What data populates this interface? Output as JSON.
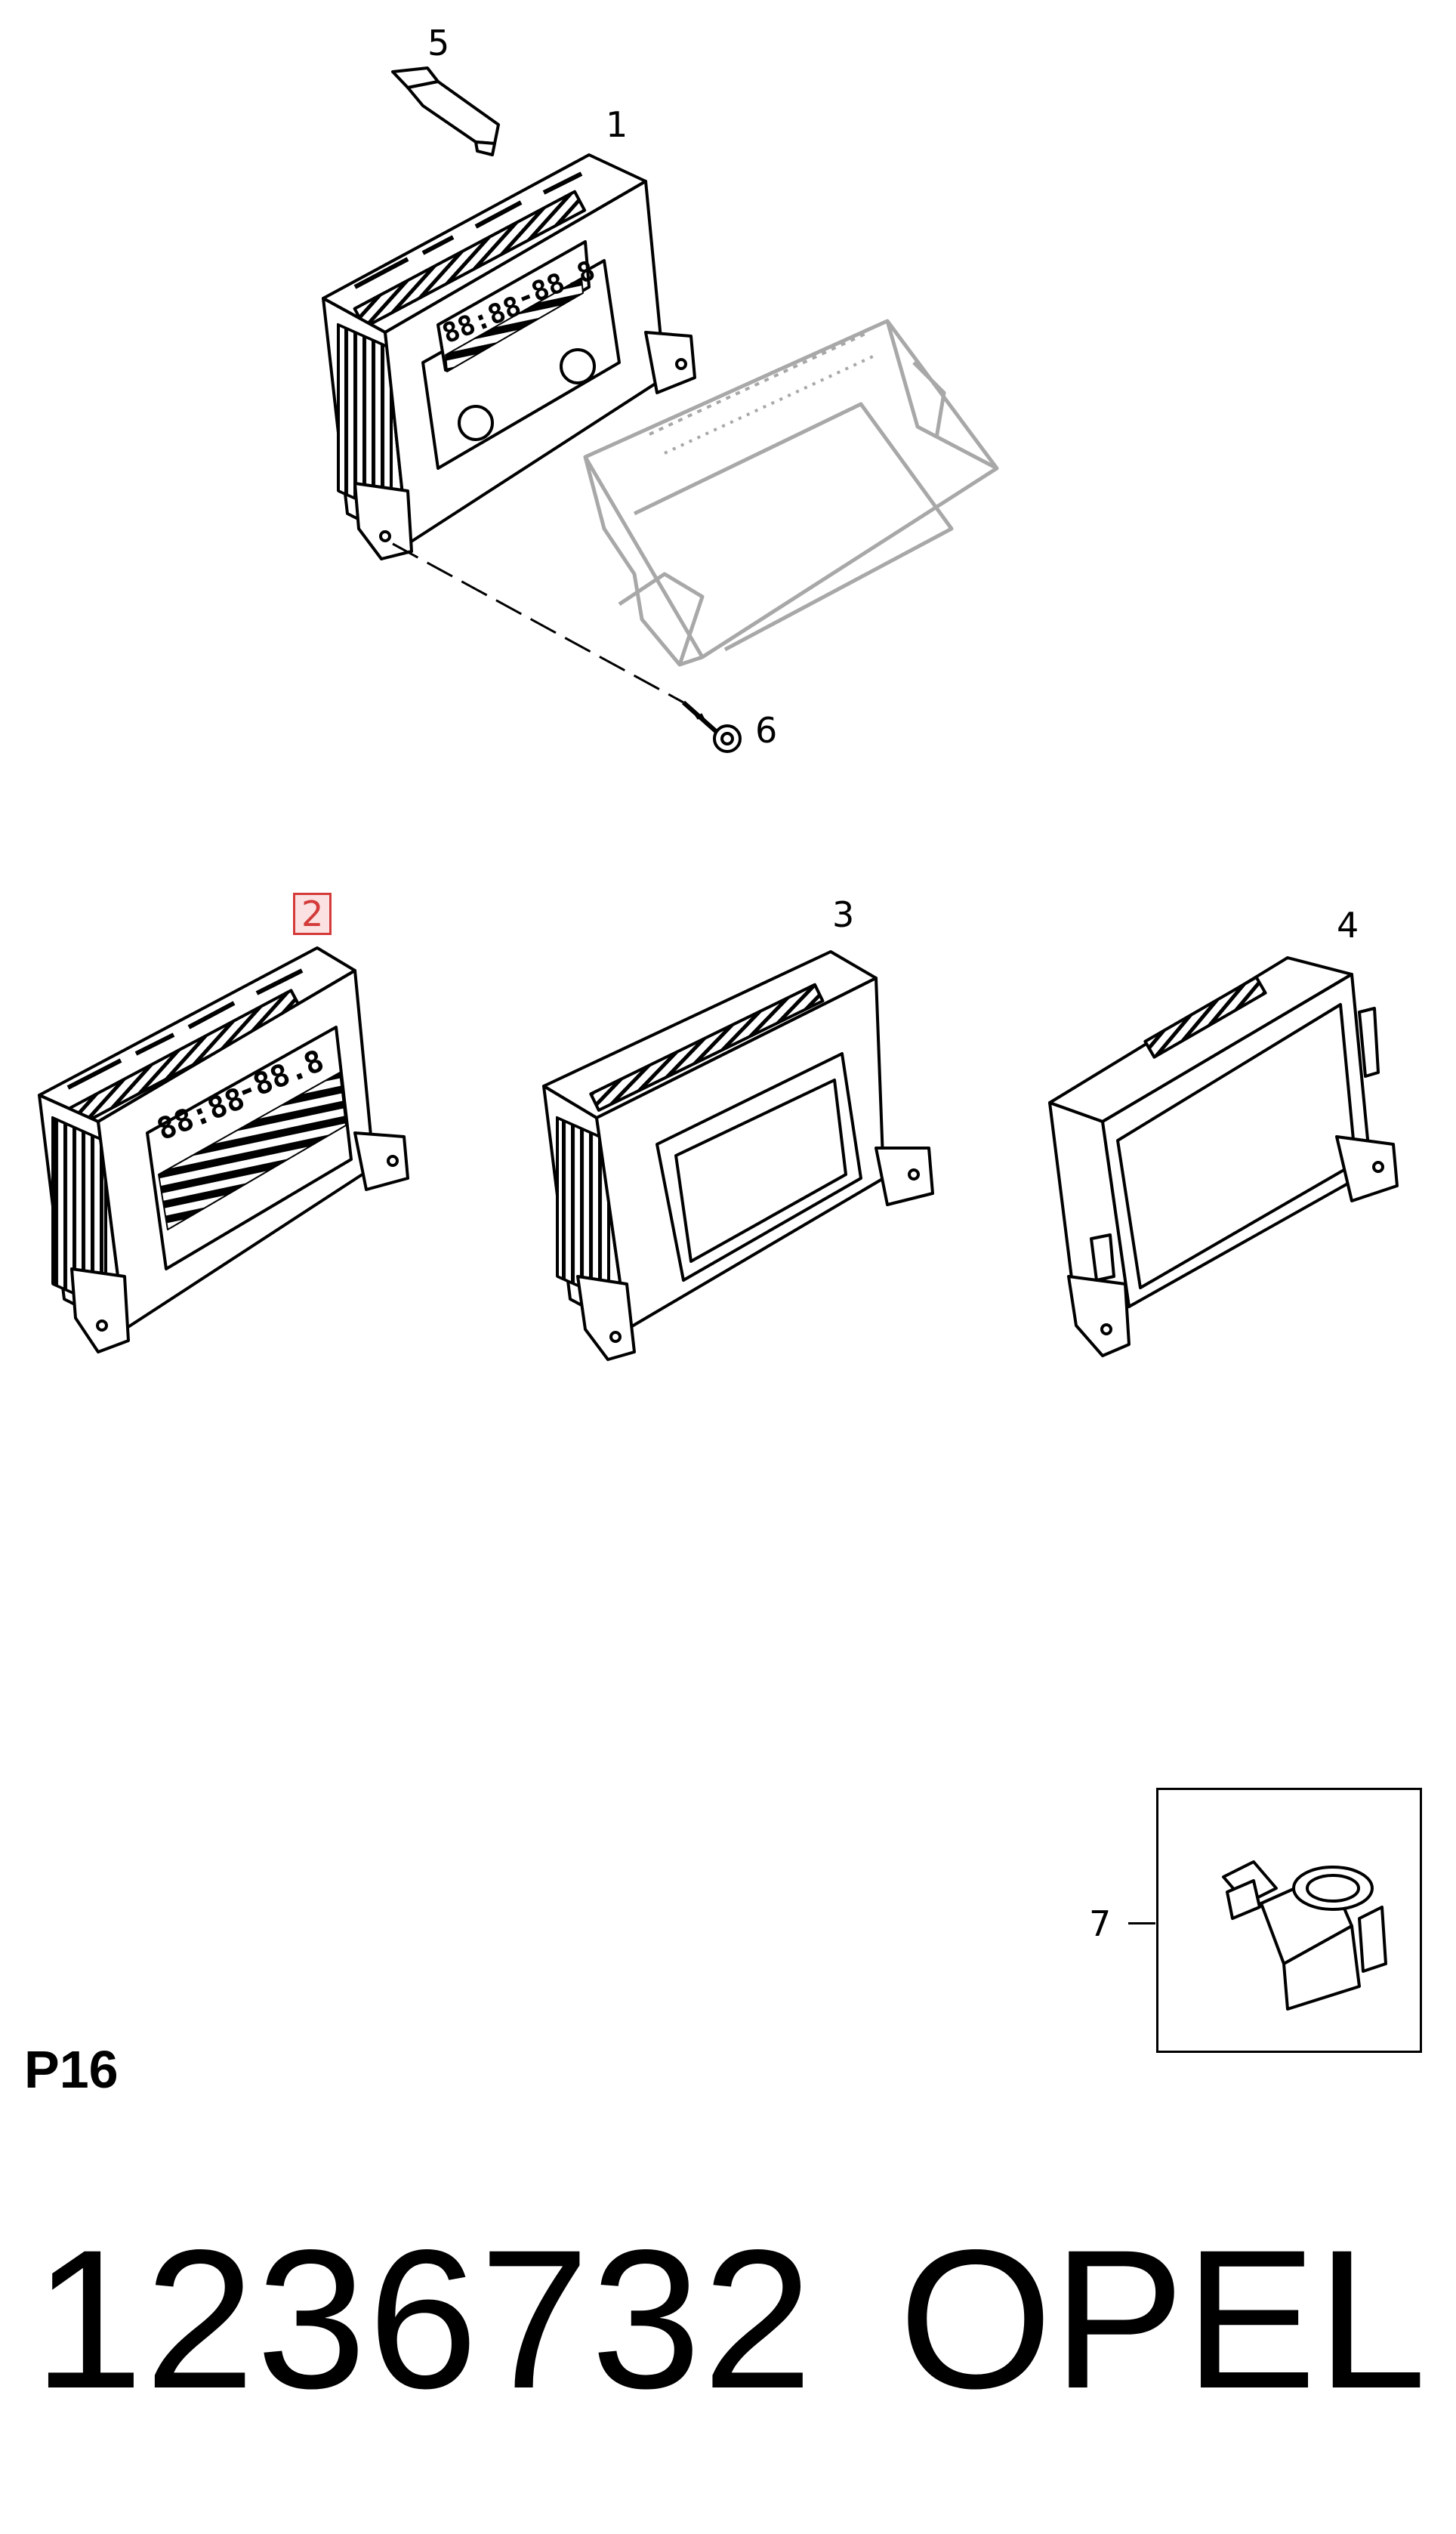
{
  "diagram": {
    "callouts": {
      "c1": "1",
      "c2": "2",
      "c3": "3",
      "c4": "4",
      "c5": "5",
      "c6": "6",
      "c7": "7"
    },
    "page_code": "P16",
    "part_number": "1236732",
    "brand": "OPEL",
    "display_digits": {
      "time": "88:88",
      "temp": "-88.8"
    }
  },
  "colors": {
    "line": "#000000",
    "ghost": "#a8a8a8",
    "highlight_border": "#d43a3a",
    "highlight_fill": "#fbe1e1"
  }
}
